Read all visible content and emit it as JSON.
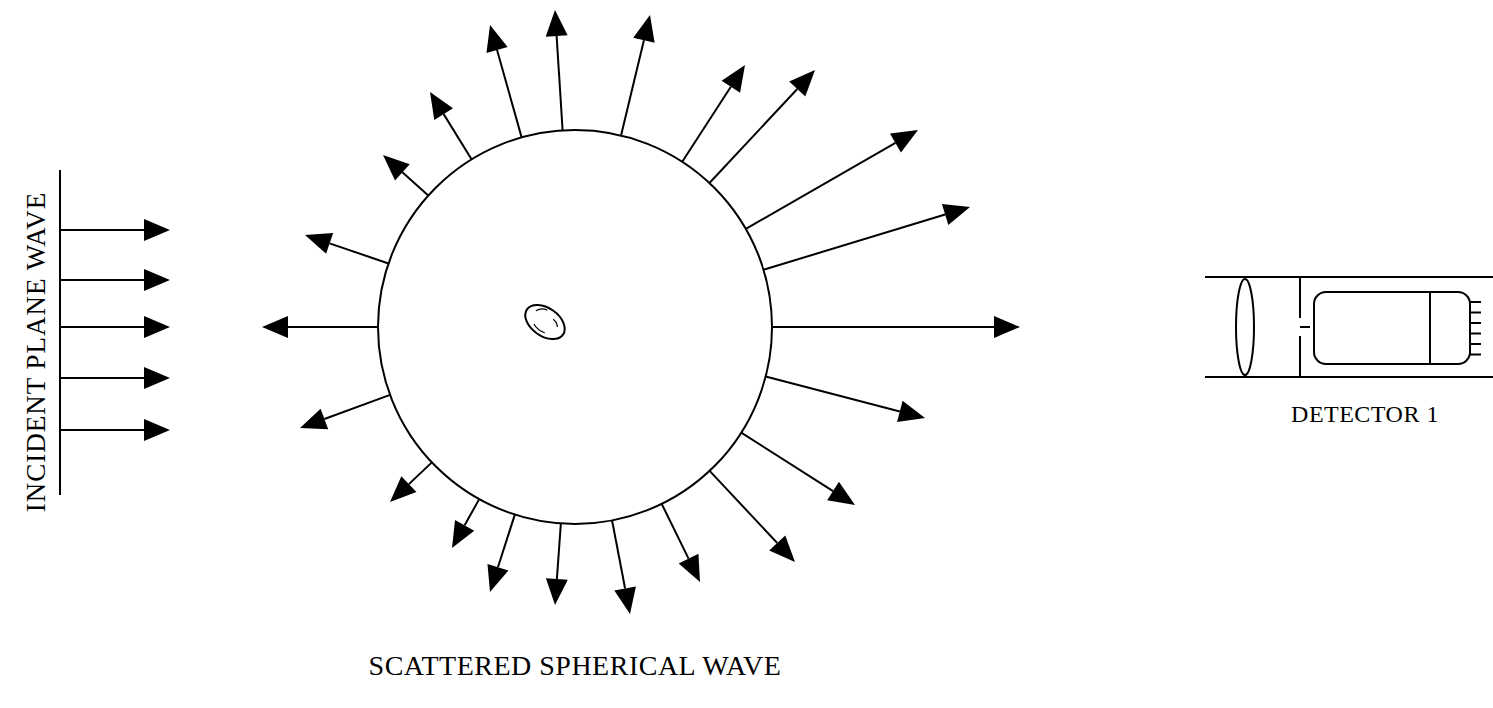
{
  "diagram": {
    "nodes": [
      {
        "text": [
          "DETECTOR 1"
        ]
      }
    ],
    "labels": [
      "INCIDENT PLANE WAVE",
      "SCATTERED SPHERICAL WAVE"
    ]
  }
}
